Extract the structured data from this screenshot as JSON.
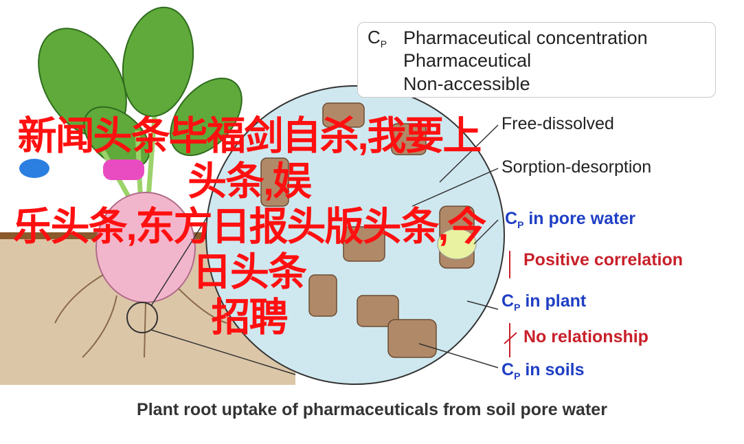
{
  "legend": {
    "cp_symbol": "C",
    "cp_sub": "P",
    "items": [
      "Pharmaceutical concentration",
      "Pharmaceutical",
      "Non-accessible"
    ]
  },
  "labels": {
    "free_dissolved": "Free-dissolved",
    "sorption": "Sorption-desorption",
    "cp_pore_water": "in pore water",
    "positive_correlation": "Positive correlation",
    "cp_plant": "in plant",
    "no_relationship": "No relationship",
    "cp_soils": "in soils"
  },
  "caption": "Plant root uptake of pharmaceuticals from soil pore water",
  "overlay_lines": [
    "新闻头条毕福剑自杀,我要上头条,娱",
    "乐头条,东方日报头版头条,今日头条",
    "招聘"
  ],
  "colors": {
    "soil": "#dcc6a8",
    "circle": "#cfe8f0",
    "radish": "#f2b6cc",
    "leaf": "#5faa3a",
    "red_text": "#ff1010",
    "blue_text": "#1f3fc4"
  }
}
